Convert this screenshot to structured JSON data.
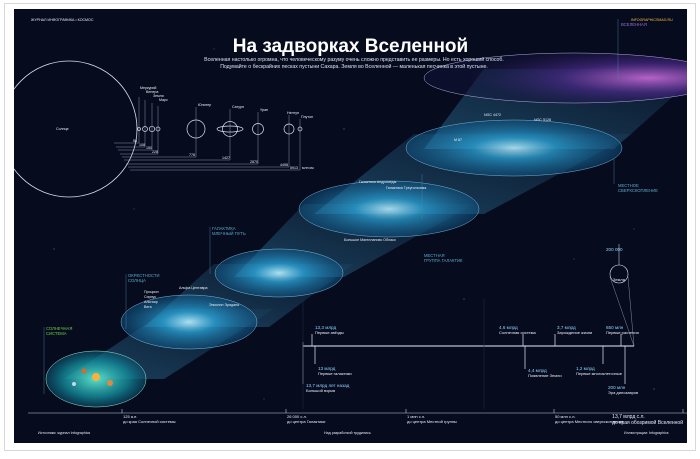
{
  "header": {
    "left": "ЖУРНАЛ ИНФОГРАФИКА • КОСМОС",
    "right": "INFOGRAPHICSMAG.RU"
  },
  "title": "На задворках Вселенной",
  "subtitle": [
    "Вселенная настолько огромна, что человеческому разуму очень сложно представить ее размеры. Но есть хороший способ.",
    "Подумайте о бескрайних песках пустыни Сахара. Земля во Вселенной — маленькая песчинка в этой пустыне."
  ],
  "sun_label": "Солнце",
  "planets": [
    {
      "name": "Меркурий",
      "dist": "58"
    },
    {
      "name": "Венера",
      "dist": "108"
    },
    {
      "name": "Земля",
      "dist": "150"
    },
    {
      "name": "Марс",
      "dist": "228"
    },
    {
      "name": "Юпитер",
      "dist": "778"
    },
    {
      "name": "Сатурн",
      "dist": "1427"
    },
    {
      "name": "Уран",
      "dist": "2870"
    },
    {
      "name": "Нептун",
      "dist": "4498"
    },
    {
      "name": "Плутон",
      "dist": "5913"
    }
  ],
  "planet_unit": "млн км",
  "sections": [
    {
      "label": "Солнечная\nсистема",
      "color": "#6fcf4a"
    },
    {
      "label": "Окрестности\nСолнца",
      "color": "#5aa9c9"
    },
    {
      "label": "Галактика\nМлечный путь",
      "color": "#5aa9c9"
    },
    {
      "label": "Местная\nгруппа галактик",
      "color": "#5aa9c9"
    },
    {
      "label": "Местное\nсверхскопление",
      "color": "#5aa9c9"
    },
    {
      "label": "Вселенная",
      "color": "#9b6fd6"
    }
  ],
  "stars": [
    "Процион",
    "Сириус",
    "Альфа Центавра",
    "Эпсилон Эридана",
    "Альтаир",
    "Вега"
  ],
  "galaxies": [
    "Галактика Андромеды",
    "Большое Магелланово Облако",
    "Галактика Треугольника",
    "M 87",
    "NGC 4472",
    "NGC 5128"
  ],
  "timeline": [
    {
      "value": "13,7 млрд лет назад",
      "label": "Большой взрыв"
    },
    {
      "value": "13,3 млрд",
      "label": "Первые звёзды"
    },
    {
      "value": "13 млрд",
      "label": "Первые галактики"
    },
    {
      "value": "4,6 млрд",
      "label": "Солнечная система"
    },
    {
      "value": "4,4 млрд",
      "label": "Появление Земли"
    },
    {
      "value": "3,7 млрд",
      "label": "Зарождение жизни"
    },
    {
      "value": "1,2 млрд",
      "label": "Первые многоклеточные"
    },
    {
      "value": "650 млн",
      "label": "Первые растения"
    },
    {
      "value": "200 млн",
      "label": "Эра динозавров"
    }
  ],
  "earth_scale": {
    "value": "200 000",
    "label": "Земля"
  },
  "scale": [
    {
      "value": "125 а.е.",
      "label": "до края Солнечной системы"
    },
    {
      "value": "26 000 с.л.",
      "label": "до центра Галактики"
    },
    {
      "value": "1 млн с.л.",
      "label": "до центра Местной группы"
    },
    {
      "value": "50 млн с.л.",
      "label": "до центра Местного сверхскопления"
    },
    {
      "value": "13,7 млрд с.л.",
      "label": "до края обозримой Вселенной"
    }
  ],
  "footer": {
    "center": "Над разработкой трудились",
    "left": "Источники: журнал Infographics",
    "right": "Иллюстрации: Infographics"
  }
}
